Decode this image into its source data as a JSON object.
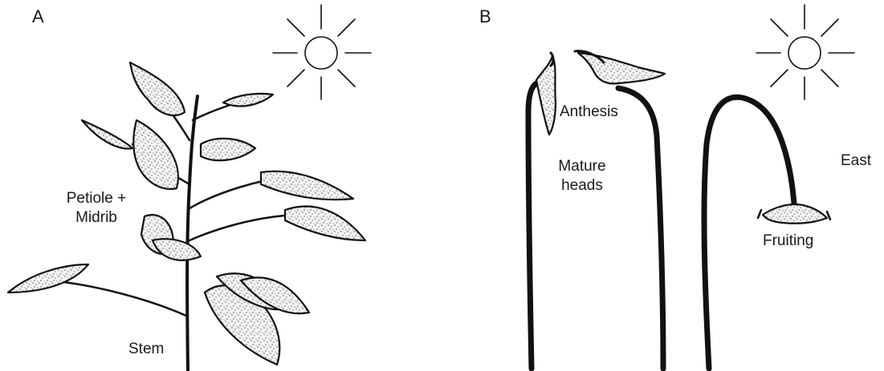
{
  "panels": [
    {
      "letter": "A",
      "labels": {
        "petiole": "Petiole +",
        "midrib": "Midrib",
        "stem": "Stem"
      }
    },
    {
      "letter": "B",
      "labels": {
        "anthesis": "Anthesis",
        "mature_line1": "Mature",
        "mature_line2": "heads",
        "east": "East",
        "fruiting": "Fruiting"
      }
    }
  ],
  "icons": [
    "sun-icon",
    "sun-icon"
  ]
}
